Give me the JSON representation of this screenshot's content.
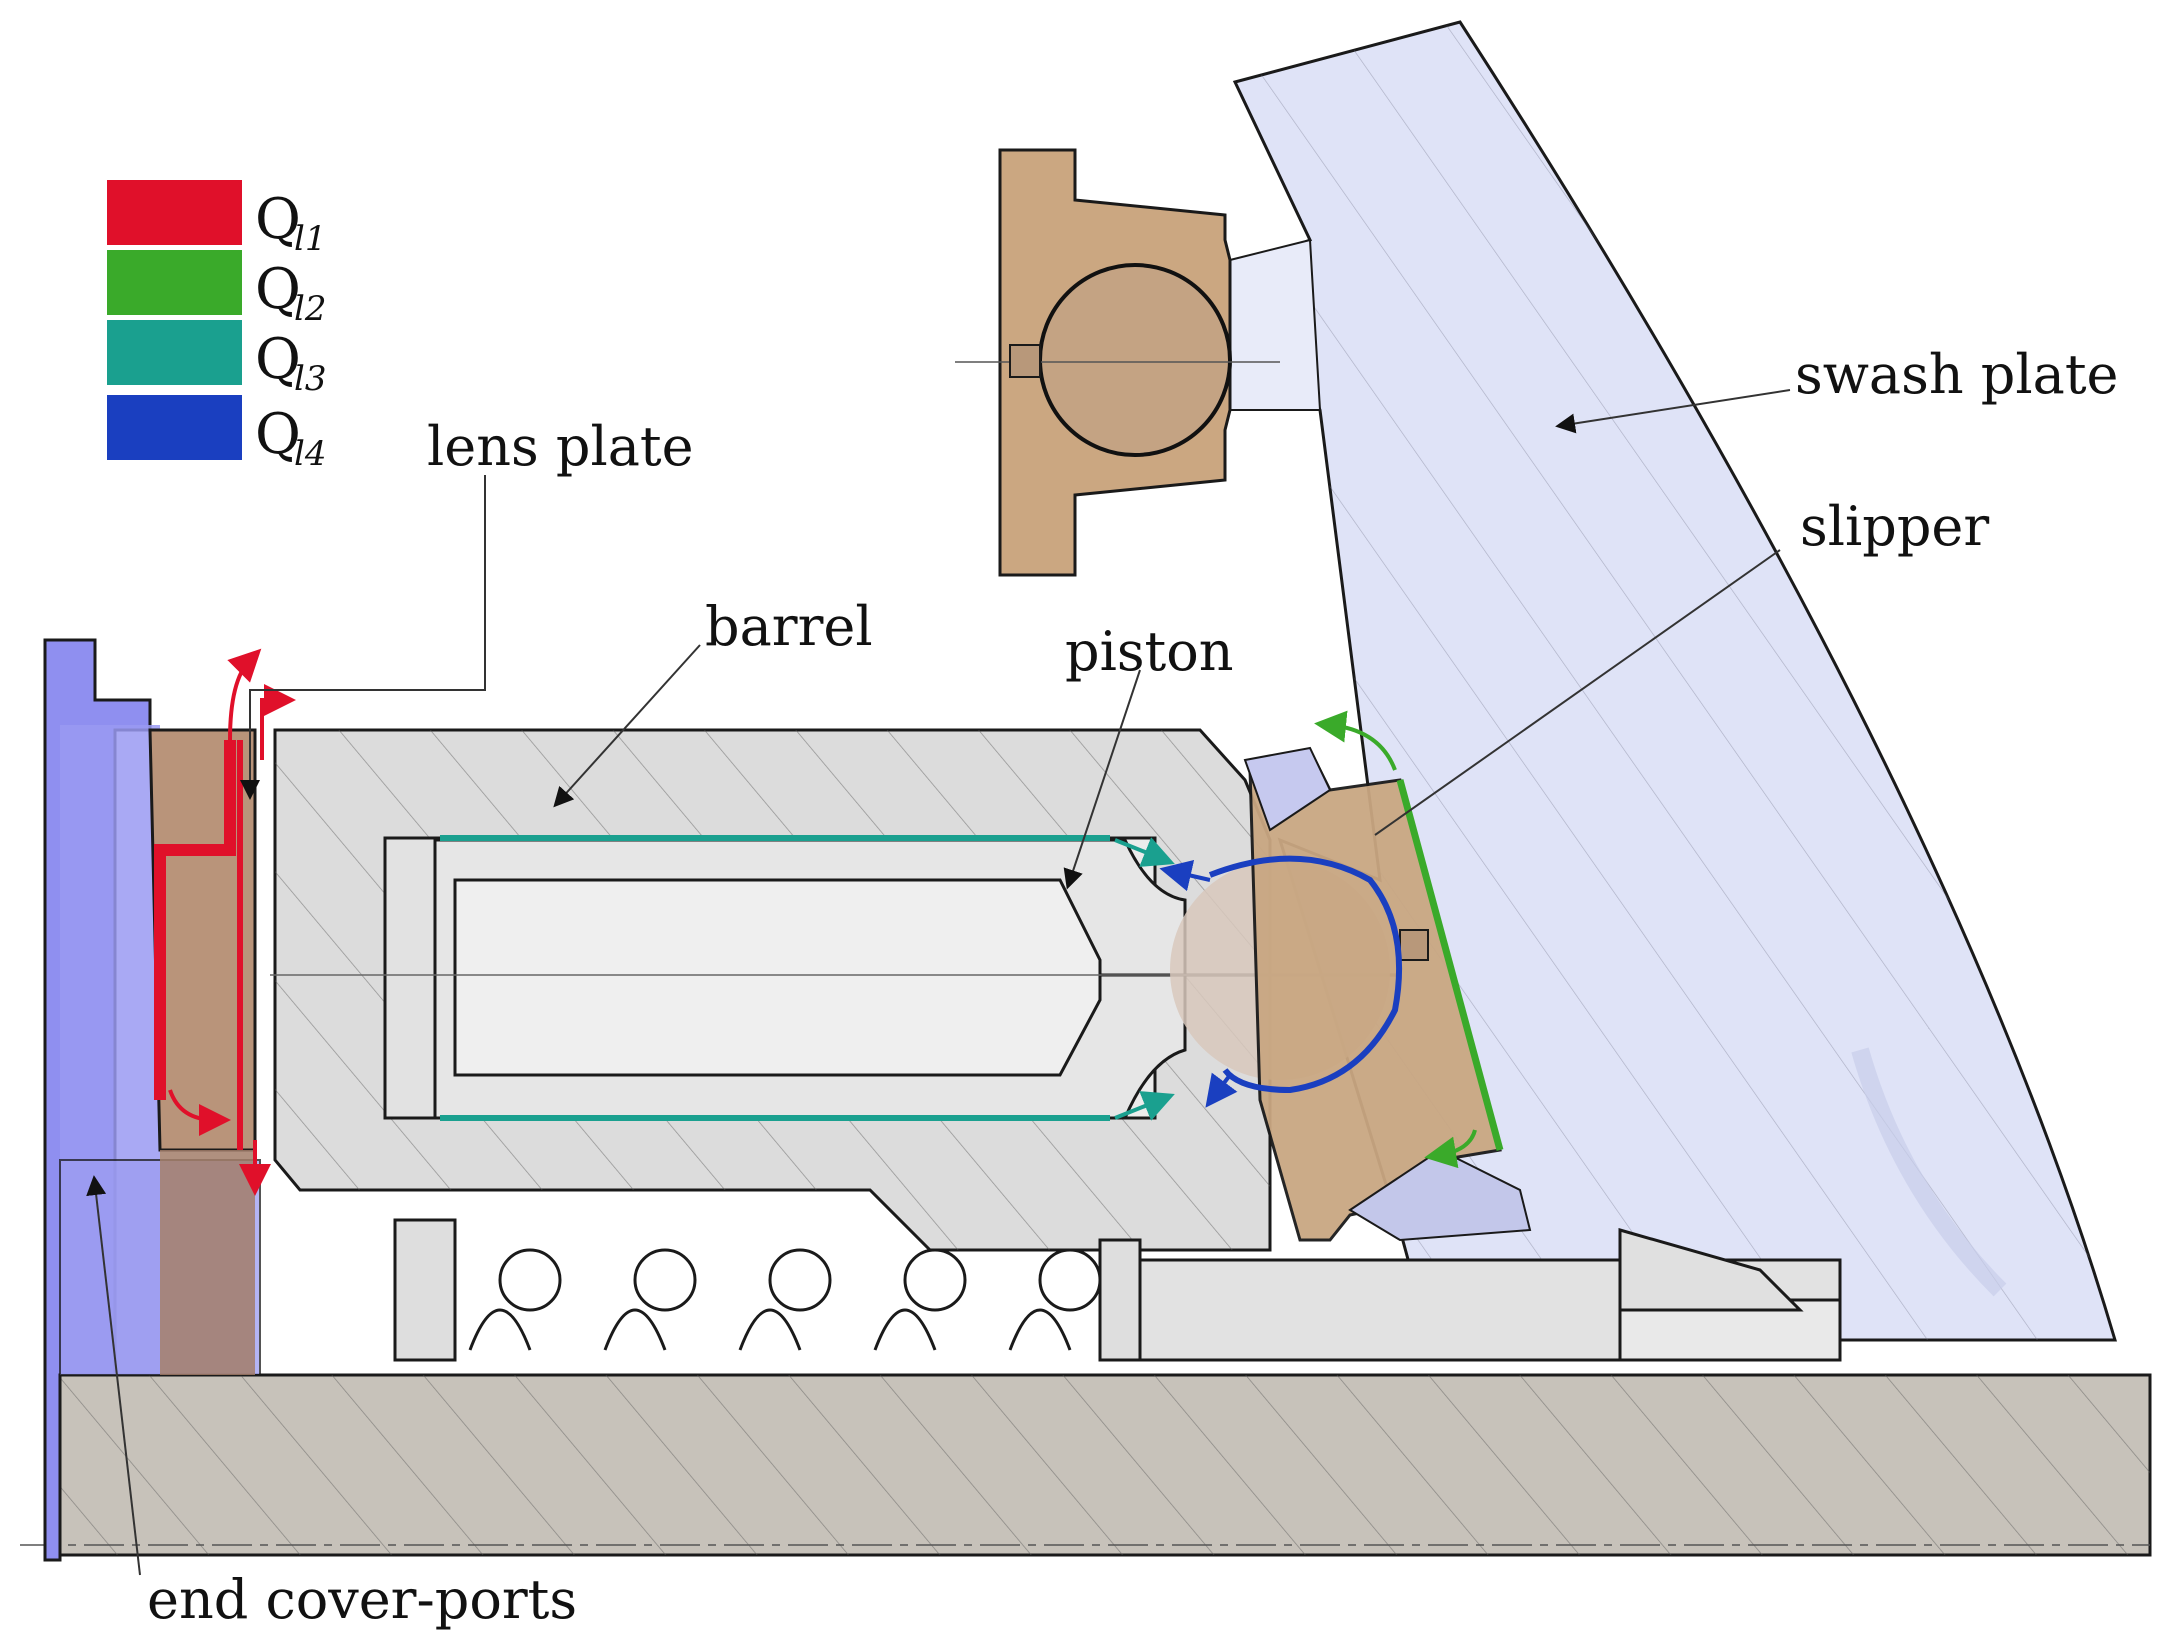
{
  "legend": [
    {
      "symbol": "Q",
      "subscript": "l1",
      "color": "#e0102a"
    },
    {
      "symbol": "Q",
      "subscript": "l2",
      "color": "#3aaa2a"
    },
    {
      "symbol": "Q",
      "subscript": "l3",
      "color": "#1aa08f"
    },
    {
      "symbol": "Q",
      "subscript": "l4",
      "color": "#1a3fc0"
    }
  ],
  "labels": {
    "swash_plate": "swash plate",
    "slipper": "slipper",
    "lens_plate": "lens plate",
    "barrel": "barrel",
    "piston": "piston",
    "end_cover_ports": "end cover-ports"
  },
  "colors": {
    "swash_plate": "#dfe3f7",
    "slipper": "#cba781",
    "barrel": "#dcdcdc",
    "base": "#c7c2ba",
    "end_cover": "#8f8ff0"
  }
}
